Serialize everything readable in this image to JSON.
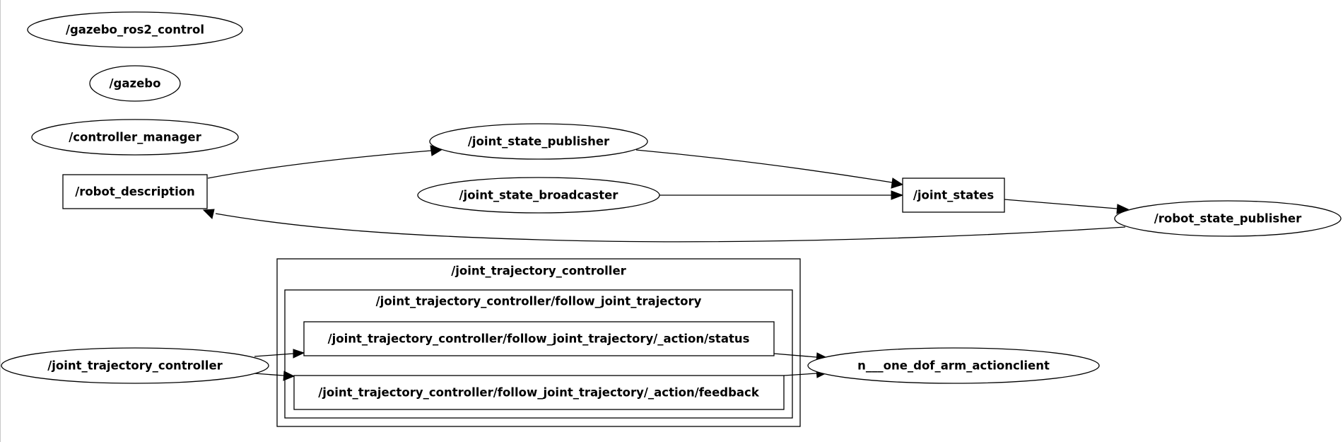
{
  "nodes": {
    "gazebo_ros2_control": "/gazebo_ros2_control",
    "gazebo": "/gazebo",
    "controller_manager": "/controller_manager",
    "robot_description": "/robot_description",
    "joint_state_publisher": "/joint_state_publisher",
    "joint_state_broadcaster": "/joint_state_broadcaster",
    "joint_states": "/joint_states",
    "robot_state_publisher": "/robot_state_publisher",
    "joint_trajectory_controller_node": "/joint_trajectory_controller",
    "action_status": "/joint_trajectory_controller/follow_joint_trajectory/_action/status",
    "action_feedback": "/joint_trajectory_controller/follow_joint_trajectory/_action/feedback",
    "actionclient": "n___one_dof_arm_actionclient"
  },
  "clusters": {
    "outer": "/joint_trajectory_controller",
    "inner": "/joint_trajectory_controller/follow_joint_trajectory"
  },
  "edges": [
    {
      "from": "robot_description",
      "to": "joint_state_publisher"
    },
    {
      "from": "joint_state_publisher",
      "to": "joint_states"
    },
    {
      "from": "joint_state_broadcaster",
      "to": "joint_states"
    },
    {
      "from": "joint_states",
      "to": "robot_state_publisher"
    },
    {
      "from": "robot_state_publisher",
      "to": "robot_description"
    },
    {
      "from": "joint_trajectory_controller_node",
      "to": "action_status"
    },
    {
      "from": "joint_trajectory_controller_node",
      "to": "action_feedback"
    },
    {
      "from": "action_status",
      "to": "actionclient"
    },
    {
      "from": "action_feedback",
      "to": "actionclient"
    }
  ]
}
